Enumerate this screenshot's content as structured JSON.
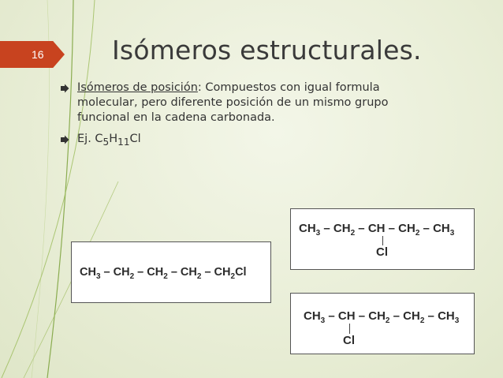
{
  "slide": {
    "number": "16",
    "title": "Isómeros estructurales.",
    "accent_color": "#c8431f"
  },
  "bullets": [
    {
      "term": "Isómeros de posición",
      "rest": ": Compuestos con igual formula molecular, pero diferente posición de un mismo grupo funcional en la cadena carbonada."
    },
    {
      "example_prefix": "Ej. C",
      "sub1": "5",
      "mid": "H",
      "sub2": "11",
      "suffix": "Cl"
    }
  ],
  "structures": {
    "s1": {
      "p1": "CH",
      "s1": "3",
      "p2": " – CH",
      "s2": "2",
      "p3": " – CH",
      "s3": "2",
      "p4": " – CH",
      "s4": "2",
      "p5": " – CH",
      "s5": "2",
      "p6": "Cl"
    },
    "s2": {
      "p1": "CH",
      "s1": "3",
      "p2": " – CH",
      "s2": "2",
      "p3": " – CH – CH",
      "s3": "2",
      "p4": " – CH",
      "s4": "3",
      "cl": "Cl"
    },
    "s3": {
      "p1": "CH",
      "s1": "3",
      "p2": " – CH – CH",
      "s2": "2",
      "p3": " – CH",
      "s3": "2",
      "p4": " – CH",
      "s4": "3",
      "cl": "Cl"
    }
  }
}
